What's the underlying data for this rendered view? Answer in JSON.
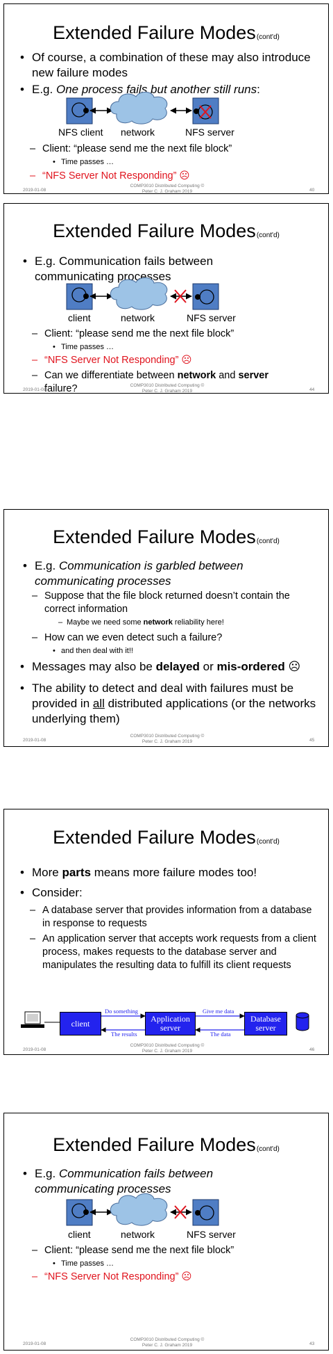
{
  "deck": {
    "title": "Extended Failure Modes",
    "title_suffix": "(cont'd)",
    "date": "2019-01-08",
    "course_line1": "COMP3010 Distributed Computing ©",
    "course_line2": "Peter C. J. Graham 2019"
  },
  "slides": [
    {
      "page": "40",
      "bullets": [
        "Of course, a combination of these may also introduce new failure modes"
      ],
      "bullet2_prefix": "E.g.",
      "bullet2_italic": "One process fails but another still runs",
      "bullet2_suffix": ":",
      "labels": [
        "NFS client",
        "network",
        "NFS server"
      ],
      "sub1": "Client: “please send me the next file block”",
      "sub1_detail": "Time passes …",
      "sub2": "“NFS Server Not Responding” ☹"
    },
    {
      "page": "44",
      "bullet1": "E.g. Communication fails between communicating processes",
      "labels": [
        "client",
        "network",
        "NFS server"
      ],
      "sub1": "Client: “please send me the next file block”",
      "sub1_detail": "Time passes …",
      "sub2": "“NFS Server Not Responding” ☹",
      "sub3_prefix": "Can we differentiate between ",
      "sub3_bold1": "network",
      "sub3_mid": " and ",
      "sub3_bold2": "server",
      "sub3_suffix": "failure?"
    },
    {
      "page": "45",
      "bullet1_prefix": "E.g.",
      "bullet1_italic": "Communication is garbled between communicating processes",
      "sub1": "Suppose that the file block returned doesn’t contain the correct information",
      "sub1_detail_prefix": "Maybe we need some ",
      "sub1_detail_bold": "network",
      "sub1_detail_suffix": " reliability here!",
      "sub2": "How can we even detect such a failure?",
      "sub2_detail": "and then deal with it!!",
      "bullet2_prefix": "Messages may also be ",
      "bullet2_bold1": "delayed",
      "bullet2_mid": " or ",
      "bullet2_bold2": "mis-ordered",
      "bullet2_suffix": " ☹",
      "bullet3_prefix": "The ability to detect and deal with failures must be provided in ",
      "bullet3_underline": "all",
      "bullet3_suffix": " distributed applications (or the networks underlying them)"
    },
    {
      "page": "46",
      "bullet1_prefix": "More ",
      "bullet1_bold": "parts",
      "bullet1_suffix": " means more failure modes too!",
      "bullet2": "Consider:",
      "sub1": "A database server that provides information from a database in response to requests",
      "sub2": "An application server that accepts work requests from a client process, makes requests to the database server and manipulates the resulting data to fulfill its client requests",
      "boxes": [
        "client",
        "Application server",
        "Database server"
      ],
      "arrows": [
        "Do something",
        "The results",
        "Give me data",
        "The data"
      ]
    },
    {
      "page": "43",
      "bullet1_prefix": "E.g.",
      "bullet1_italic": "Communication fails between communicating processes",
      "labels": [
        "client",
        "network",
        "NFS server"
      ],
      "sub1": "Client: “please send me the next file block”",
      "sub1_detail": "Time passes …",
      "sub2": "“NFS Server Not Responding” ☹"
    }
  ],
  "colors": {
    "node_blue": "#4f7dc4",
    "cloud_blue": "#9dc3e6",
    "alert_red": "#e0141e",
    "diagram_blue": "#2323ee"
  }
}
